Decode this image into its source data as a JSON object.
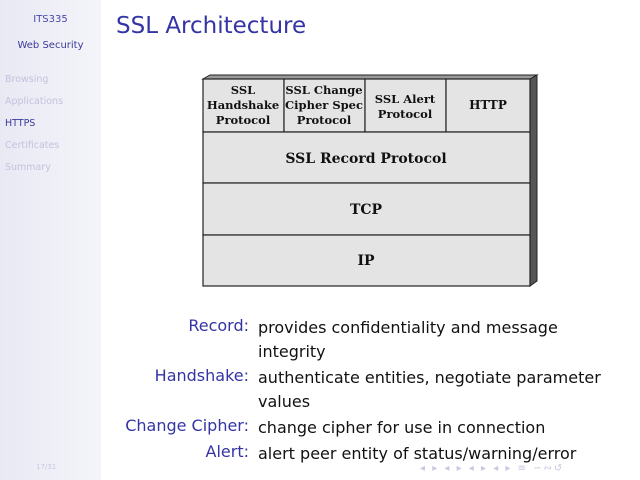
{
  "sidebar": {
    "course": "ITS335",
    "title": "Web Security",
    "items": [
      {
        "label": "Browsing"
      },
      {
        "label": "Applications"
      },
      {
        "label": "HTTPS"
      },
      {
        "label": "Certificates"
      },
      {
        "label": "Summary"
      }
    ],
    "page_number": "17/31"
  },
  "slide": {
    "title": "SSL Architecture"
  },
  "diagram": {
    "top_layer": [
      {
        "lines": [
          "SSL",
          "Handshake",
          "Protocol"
        ]
      },
      {
        "lines": [
          "SSL Change",
          "Cipher Spec",
          "Protocol"
        ]
      },
      {
        "lines": [
          "SSL Alert",
          "Protocol"
        ]
      },
      {
        "lines": [
          "HTTP"
        ]
      }
    ],
    "record_layer": "SSL Record Protocol",
    "tcp_layer": "TCP",
    "ip_layer": "IP"
  },
  "definitions": [
    {
      "term": "Record:",
      "desc": "provides confidentiality and message integrity"
    },
    {
      "term": "Handshake:",
      "desc": "authenticate entities, negotiate parameter values"
    },
    {
      "term": "Change Cipher:",
      "desc": "change cipher for use in connection"
    },
    {
      "term": "Alert:",
      "desc": "alert peer entity of status/warning/error"
    }
  ],
  "navigation": {
    "symbols": "◂ ▸ ◂ ▸ ◂ ▸ ◂ ▸ ≡ ∽∾↺"
  },
  "colors": {
    "accent": "#3434a4",
    "sidebar_bg": "#eeeef7",
    "layer_fill": "#e4e4e4",
    "layer_side": "#555555"
  }
}
